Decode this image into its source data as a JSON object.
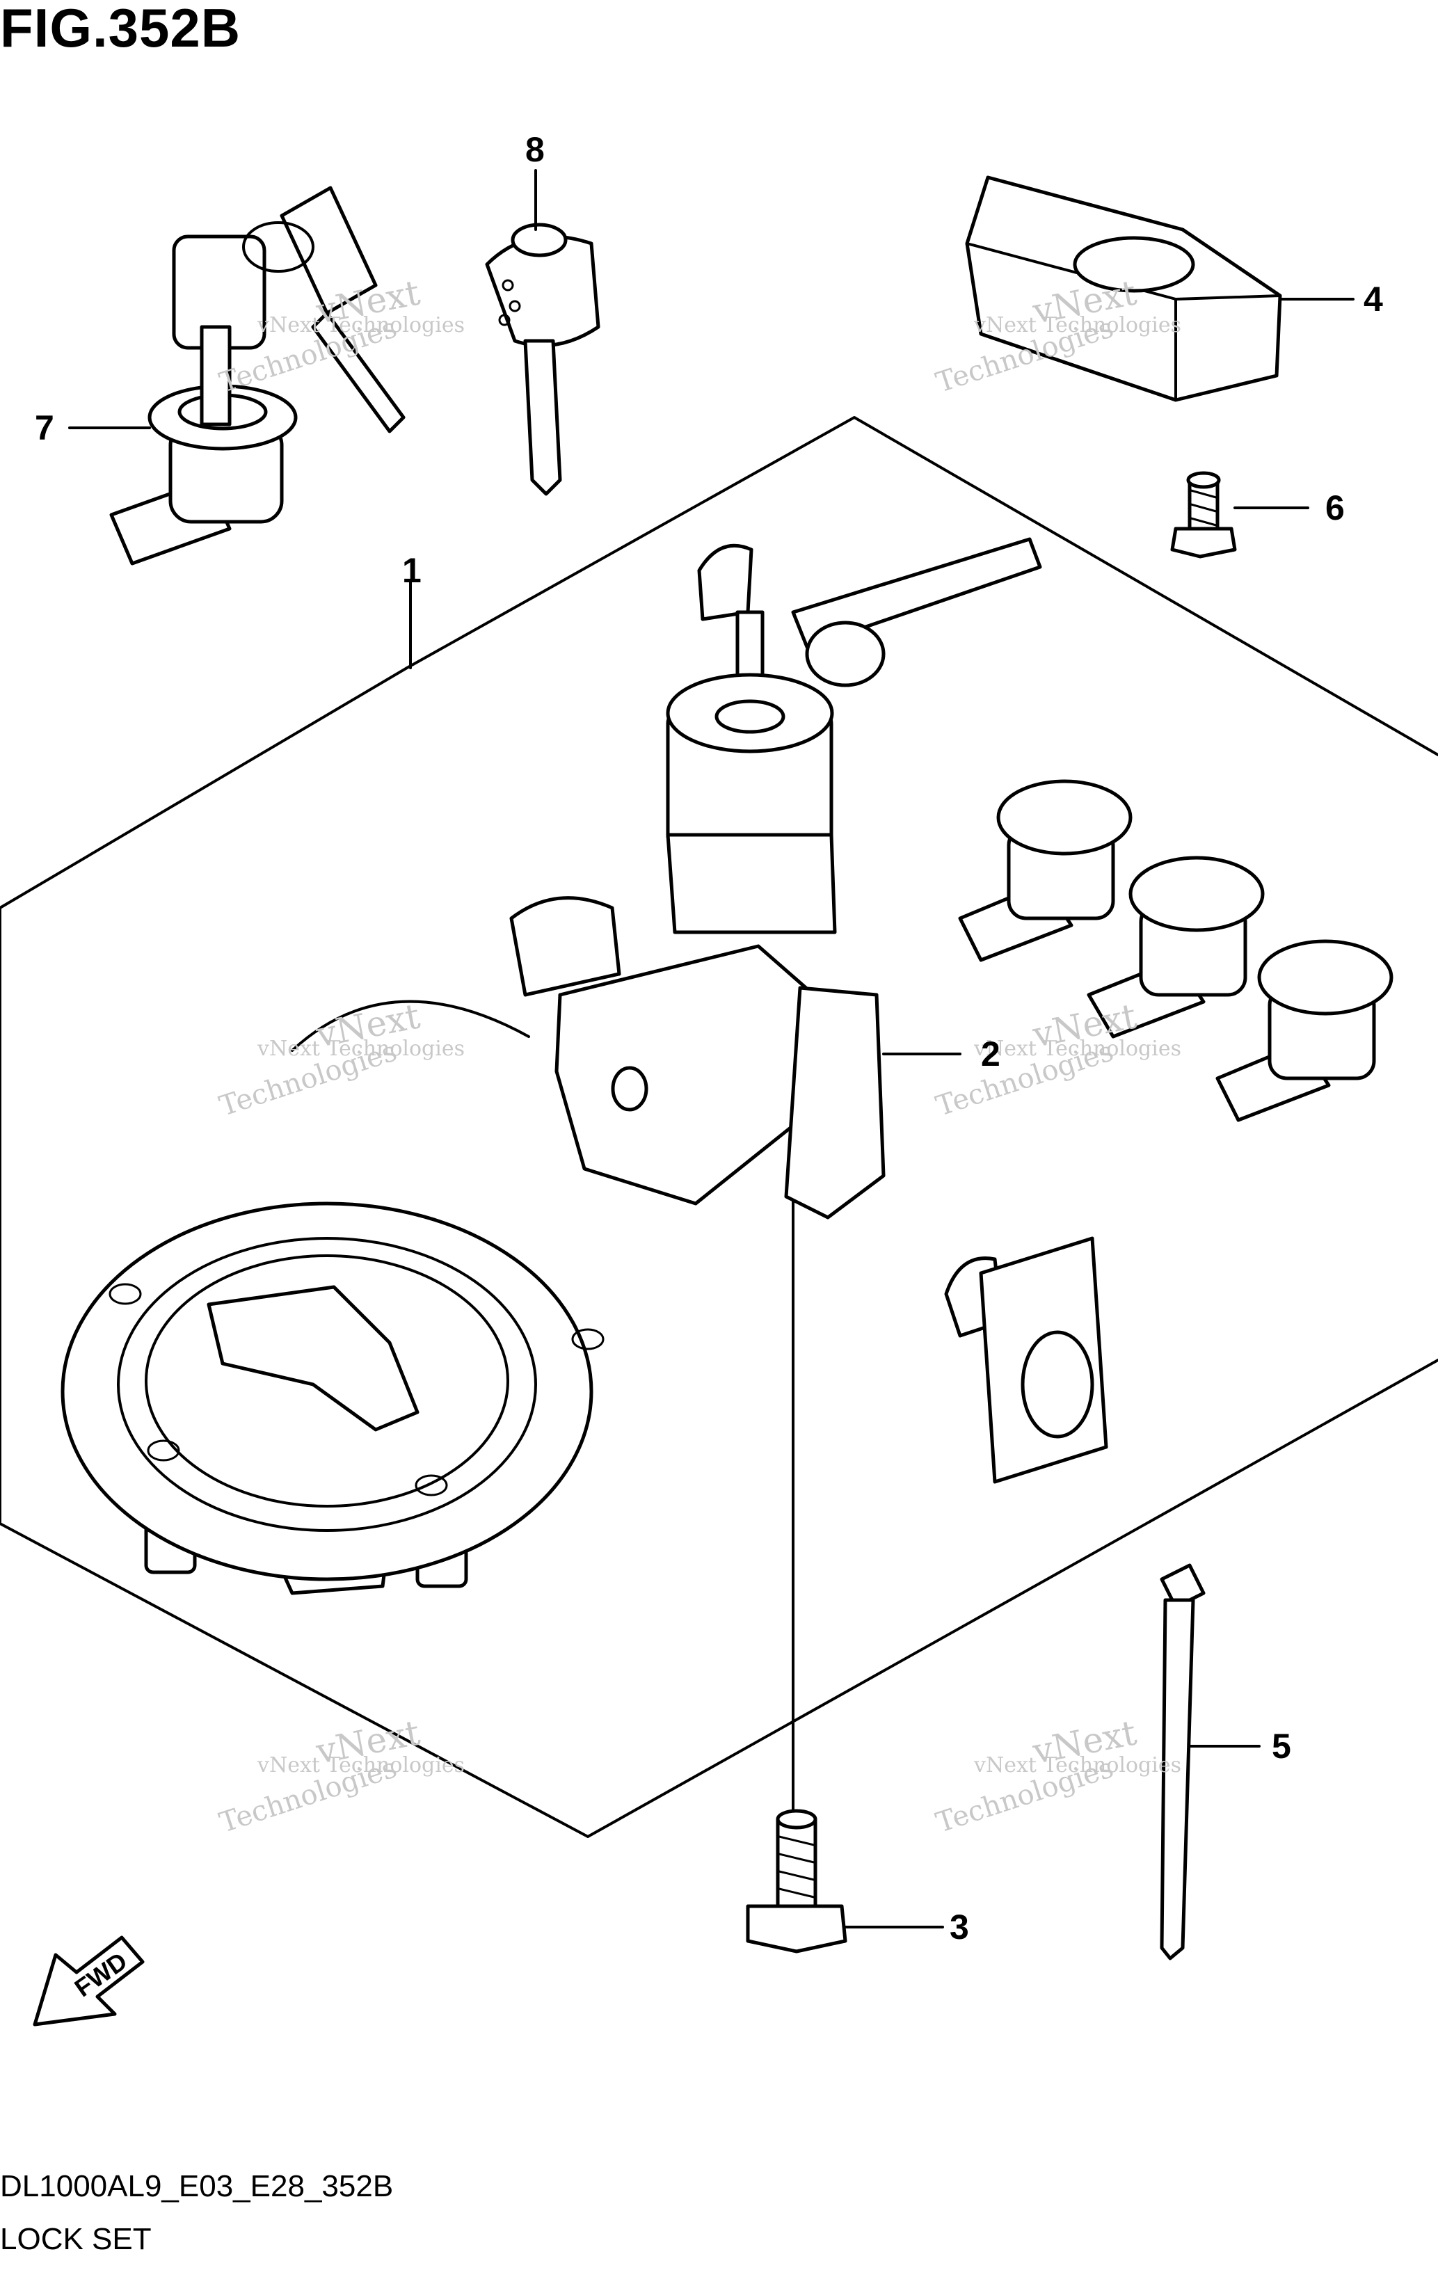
{
  "figure": {
    "title": "FIG.352B",
    "model_code": "DL1000AL9_E03_E28_352B",
    "group_name": "LOCK SET"
  },
  "callouts": [
    {
      "id": "1",
      "label": "1"
    },
    {
      "id": "2",
      "label": "2"
    },
    {
      "id": "3",
      "label": "3"
    },
    {
      "id": "4",
      "label": "4"
    },
    {
      "id": "5",
      "label": "5"
    },
    {
      "id": "6",
      "label": "6"
    },
    {
      "id": "7",
      "label": "7"
    },
    {
      "id": "8",
      "label": "8"
    }
  ],
  "direction_arrow": {
    "label": "FWD"
  },
  "watermark": {
    "line1": "vNext Technologies",
    "line2": "vNext",
    "line3": "Technologies"
  }
}
